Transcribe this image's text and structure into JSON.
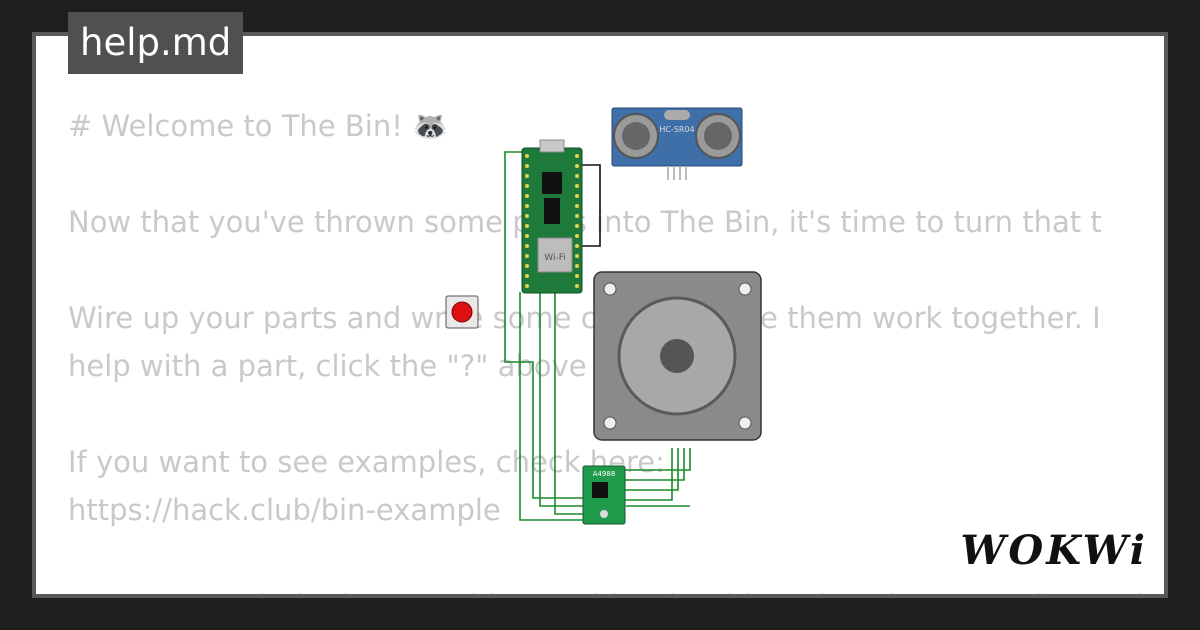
{
  "file_tab": {
    "title": "help.md"
  },
  "document": {
    "lines": [
      "# Welcome to The Bin! 🦝",
      "",
      "Now that you've thrown some parts into The Bin, it's time to turn that t",
      "",
      "Wire up your parts and write some code to make them work together. I",
      "help with a part, click the \"?\" above",
      "",
      "If you want to see examples, check here:",
      "https://hack.club/bin-example",
      "",
      "You can watch the bootup video to ride what bin to be where you the Hack Club"
    ]
  },
  "components": {
    "pico_label": "Wi-Fi",
    "ultrasonic_label": "HC-SR04",
    "driver_label": "A4988"
  },
  "branding": {
    "logo": "WOKWi"
  },
  "colors": {
    "background": "#1f1f1f",
    "panel": "#ffffff",
    "tab": "#505050",
    "text": "#c9c9c9",
    "wire": "#1a8a2a",
    "pcb": "#1e7a3a"
  }
}
